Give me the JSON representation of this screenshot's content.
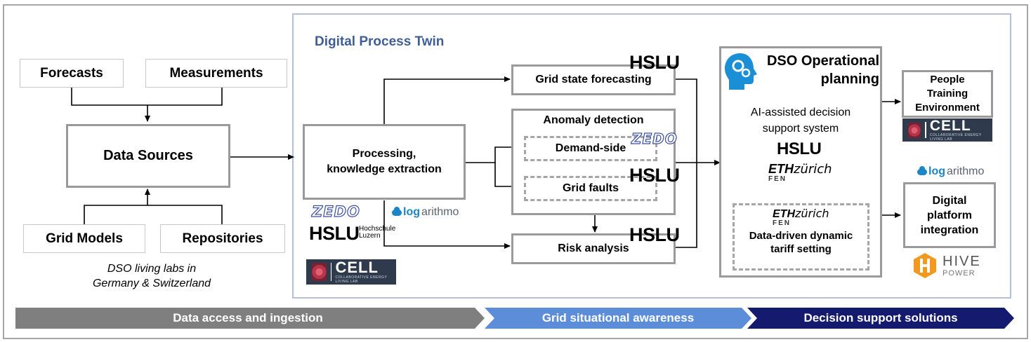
{
  "sources": {
    "forecasts": "Forecasts",
    "measurements": "Measurements",
    "data_sources": "Data Sources",
    "grid_models": "Grid Models",
    "repositories": "Repositories",
    "caption_line1": "DSO living labs in",
    "caption_line2": "Germany & Switzerland"
  },
  "twin": {
    "title": "Digital Process Twin",
    "processing_line1": "Processing,",
    "processing_line2": "knowledge extraction",
    "grid_state": "Grid state forecasting",
    "anomaly": "Anomaly detection",
    "demand_side": "Demand-side",
    "grid_faults": "Grid faults",
    "risk": "Risk analysis"
  },
  "dso": {
    "title_line1": "DSO Operational",
    "title_line2": "planning",
    "ai_line1": "AI-assisted decision",
    "ai_line2": "support system",
    "tariff_line1": "Data-driven dynamic",
    "tariff_line2": "tariff setting"
  },
  "outputs": {
    "people_line1": "People",
    "people_line2": "Training",
    "people_line3": "Environment",
    "digital_line1": "Digital",
    "digital_line2": "platform",
    "digital_line3": "integration"
  },
  "logos": {
    "hslu": "HSLU",
    "hslu_sub1": "Hochschule",
    "hslu_sub2": "Luzern",
    "zedo": "ZEDO",
    "logarithmo_a": "log",
    "logarithmo_b": "arithmo",
    "cell": "CELL",
    "cell_sub": "COLLABORATIVE ENERGY LIVING LAB",
    "eth_a": "ETH",
    "eth_b": "zürich",
    "fen": "FEN",
    "hive": "HIVE",
    "hive_sub": "POWER"
  },
  "phases": {
    "phase1": "Data access and ingestion",
    "phase2": "Grid situational awareness",
    "phase3": "Decision support solutions",
    "color1": "#7f7f7f",
    "color2": "#5b8dd9",
    "color3": "#141a6e"
  }
}
